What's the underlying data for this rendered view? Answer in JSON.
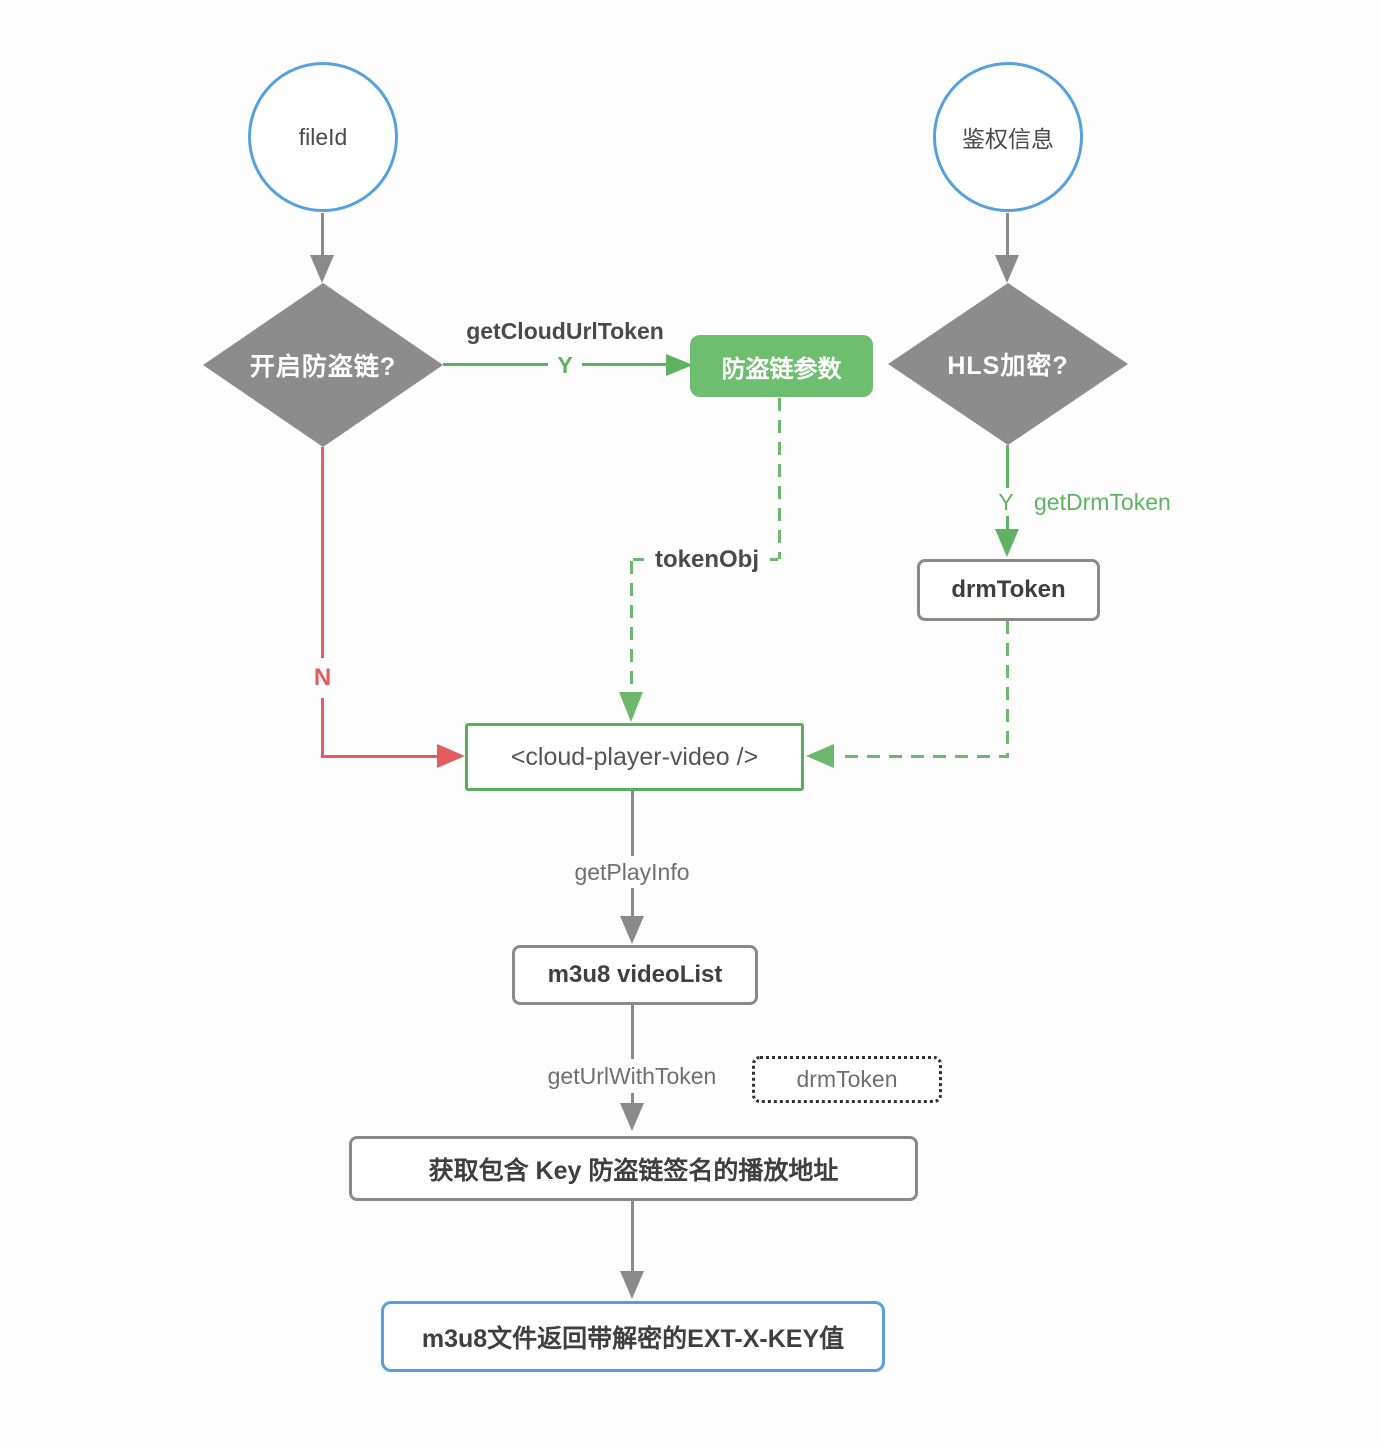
{
  "diagram": {
    "title": "cloud player video token flow",
    "nodes": {
      "file_id": "fileId",
      "auth_info": "鉴权信息",
      "decision_antileech": "开启防盗链?",
      "decision_hls": "HLS加密?",
      "leech_params": "防盗链参数",
      "drm_token": "drmToken",
      "cloud_player": "<cloud-player-video />",
      "m3u8_video_list": "m3u8 videoList",
      "drm_token_ref": "drmToken",
      "play_url": "获取包含 Key 防盗链签名的播放地址",
      "ext_key": "m3u8文件返回带解密的EXT-X-KEY值"
    },
    "edge_labels": {
      "get_cloud_url_token": "getCloudUrlToken",
      "yes_antileech": "Y",
      "no_antileech": "N",
      "yes_hls": "Y",
      "get_drm_token": "getDrmToken",
      "token_obj": "tokenObj",
      "get_play_info": "getPlayInfo",
      "get_url_with_token": "getUrlWithToken"
    },
    "colors": {
      "node_border_blue": "#55a1e0",
      "line_green": "#5fb261",
      "dash_green": "#6cb96e",
      "fill_green": "#6fbe70",
      "diamond_gray": "#8c8c8c",
      "line_gray": "#8a8a8a",
      "line_red": "#e25d5d",
      "text_dark": "#4a4a4a",
      "text_gray": "#6f6f6f",
      "text_white": "#ffffff"
    }
  }
}
